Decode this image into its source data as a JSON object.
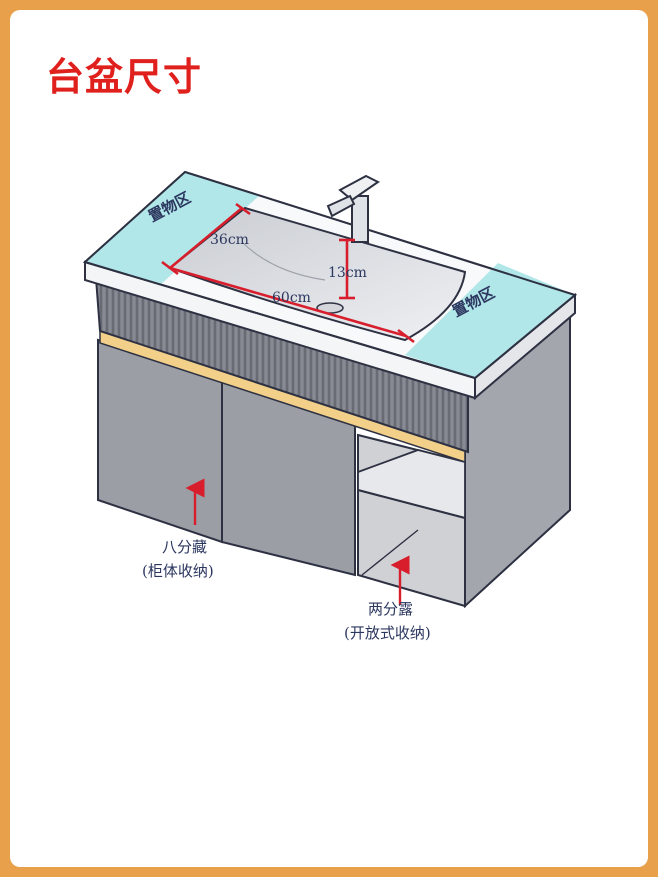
{
  "title": "台盆尺寸",
  "storage_zone_left": "置物区",
  "storage_zone_right": "置物区",
  "dim_depth": "36cm",
  "dim_height": "13cm",
  "dim_width": "60cm",
  "closed_storage": {
    "line1": "八分藏",
    "line2": "(柜体收纳)"
  },
  "open_storage": {
    "line1": "两分露",
    "line2": "(开放式收纳)"
  },
  "colors": {
    "frame": "#e8a04a",
    "title": "#e0201c",
    "dimension": "#d81e2c",
    "counter": "#aee6e8",
    "cabinet": "#9c9ea6",
    "trim": "#f3d08a"
  }
}
